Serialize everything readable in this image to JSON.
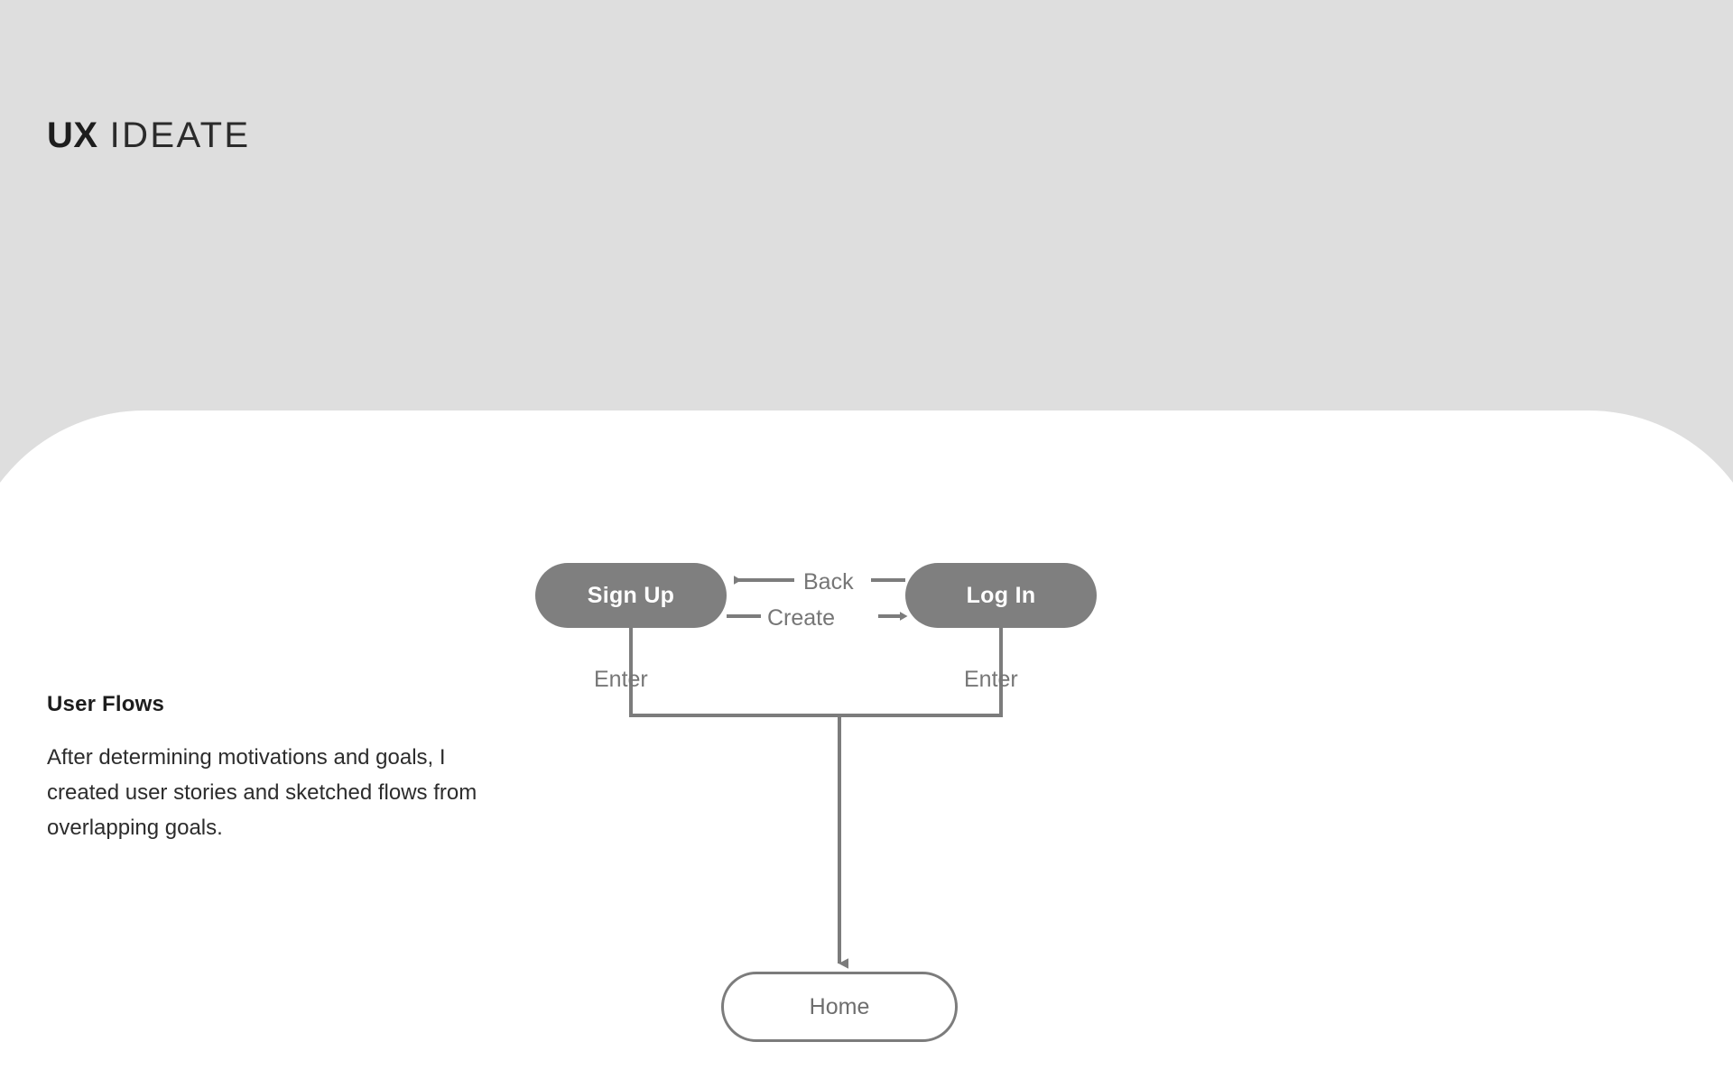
{
  "header": {
    "brand_bold": "UX",
    "brand_light": "IDEATE"
  },
  "section": {
    "title": "User Flows",
    "body": "After determining motivations and goals, I created user stories and sketched flows from overlapping goals."
  },
  "diagram": {
    "nodes": [
      {
        "id": "sign-up",
        "label": "Sign Up",
        "style": "filled"
      },
      {
        "id": "log-in",
        "label": "Log In",
        "style": "filled"
      },
      {
        "id": "home",
        "label": "Home",
        "style": "outlined"
      }
    ],
    "edges": [
      {
        "id": "back",
        "label": "Back",
        "from": "log-in",
        "to": "sign-up",
        "direction": "left"
      },
      {
        "id": "create",
        "label": "Create",
        "from": "sign-up",
        "to": "log-in",
        "direction": "right"
      },
      {
        "id": "enter-left",
        "label": "Enter",
        "from": "sign-up",
        "to": "home",
        "direction": "down"
      },
      {
        "id": "enter-right",
        "label": "Enter",
        "from": "log-in",
        "to": "home",
        "direction": "down"
      }
    ]
  },
  "colors": {
    "page_background": "#dedede",
    "panel_background": "#ffffff",
    "node_fill": "#7f7f7f",
    "node_text": "#ffffff",
    "connector": "#7c7c7c",
    "label_text": "#767676",
    "heading_text": "#1d1d1d"
  }
}
